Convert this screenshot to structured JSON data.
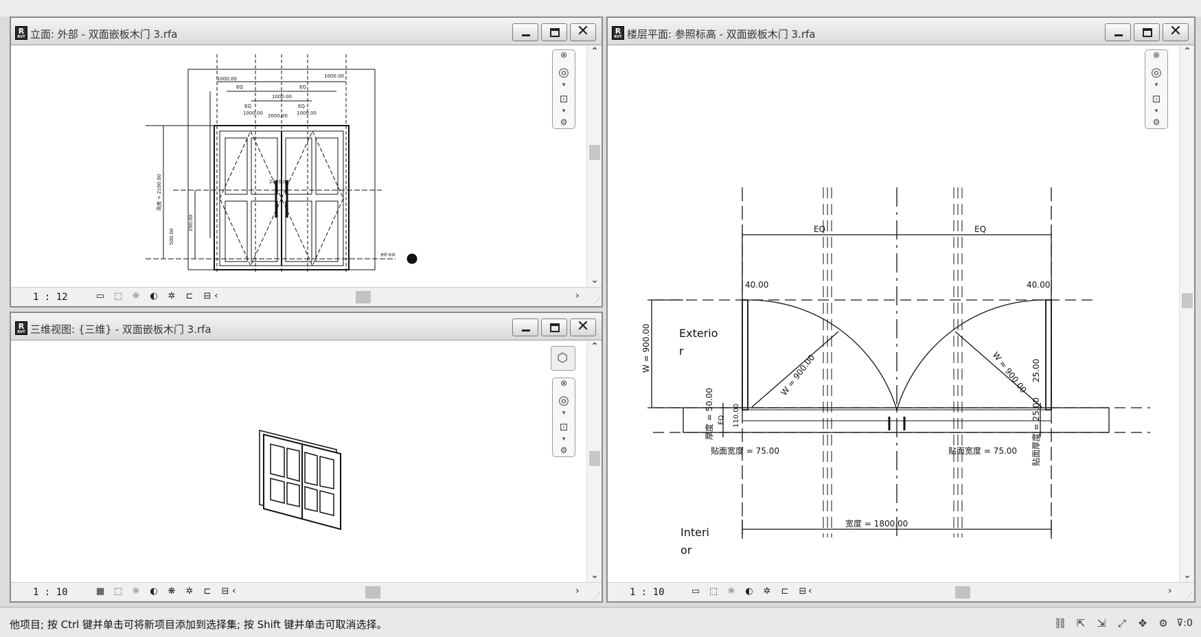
{
  "windows": {
    "elevation": {
      "title": "立面: 外部 - 双面嵌板木门 3.rfa",
      "scale": "1 : 12",
      "labels": {
        "d1": "1000.00",
        "d2": "1000.00",
        "eq1": "EQ",
        "eq2": "EQ",
        "d3": "1000.00",
        "eq3": "EQ",
        "eq4": "EQ",
        "d4": "1000.00",
        "d5": "1000.00",
        "d6": "2000.00",
        "height": "高度 = 2100.00",
        "d7": "200.00",
        "d8": "500.00",
        "d9": "2400.00",
        "lvl": "参照 标高"
      }
    },
    "view3d": {
      "title": "三维视图: {三维} - 双面嵌板木门 3.rfa",
      "scale": "1 : 10"
    },
    "plan": {
      "title": "楼层平面: 参照标高 - 双面嵌板木门 3.rfa",
      "scale": "1 : 10",
      "labels": {
        "eq_left": "EQ",
        "eq_right": "EQ",
        "dim_left": "40.00",
        "dim_right": "40.00",
        "exterior_1": "Exterio",
        "exterior_2": "r",
        "interior_1": "Interi",
        "interior_2": "or",
        "w_left": "W = 900.00",
        "w_right": "W = 900.00",
        "w_vertical": "W = 900.00",
        "thickness": "厚度 = 50.00",
        "eq_small": "EQ",
        "dim_110": "110.00",
        "trim_width_left": "贴面宽度 = 75.00",
        "trim_width_right": "贴面宽度 = 75.00",
        "trim_thickness": "贴面厚度 = 25.00",
        "dim_25": "25.00",
        "width": "宽度 = 1800.00"
      }
    }
  },
  "status": {
    "text": "他项目; 按 Ctrl 键并单击可将新项目添加到选择集; 按 Shift 键并单击可取消选择。",
    "filter_count": ":0"
  },
  "buttons": {
    "close": "✕"
  }
}
